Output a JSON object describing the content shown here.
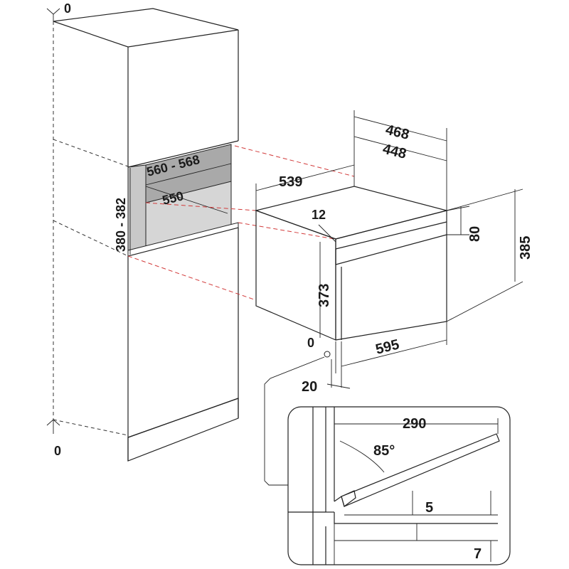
{
  "diagram": {
    "dimensions": {
      "top_gap": "0",
      "bottom_gap": "0",
      "niche_width": "560 - 568",
      "niche_depth": "550",
      "niche_height": "380 - 382",
      "oven_depth": "539",
      "oven_width_outer": "468",
      "oven_width_inner": "448",
      "panel_thickness": "12",
      "control_panel_height": "80",
      "total_height": "385",
      "body_height": "373",
      "front_width": "595",
      "front_offset": "0",
      "door_protrusion": "20",
      "door_length": "290",
      "door_angle": "85°",
      "door_gap": "5",
      "door_clearance": "7"
    },
    "colors": {
      "line": "#222222",
      "guide": "#d23a3a",
      "niche_fill": "#c8c8c8",
      "niche_back": "#a9a9a9"
    }
  }
}
